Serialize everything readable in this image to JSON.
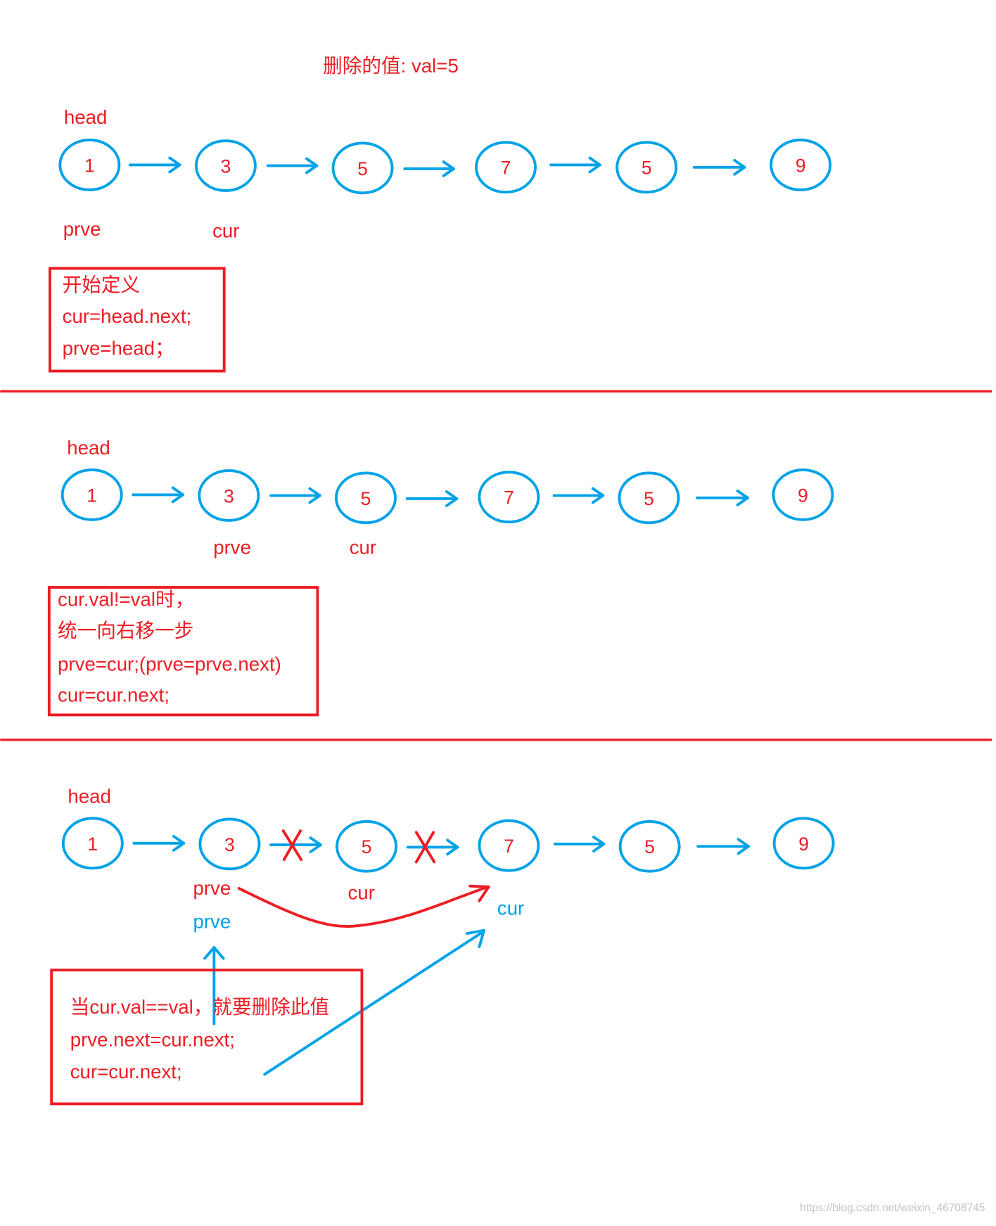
{
  "title": "删除的值: val=5",
  "colors": {
    "red": "#ed1c24",
    "blue": "#00a2e8",
    "watermark": "#c3c3c3"
  },
  "sections": [
    {
      "head_label": "head",
      "nodes": [
        1,
        3,
        5,
        7,
        5,
        9
      ],
      "pointers": {
        "prve": "prve",
        "cur": "cur"
      },
      "box_lines": [
        "开始定义",
        "cur=head.next;",
        "prve=head；"
      ]
    },
    {
      "head_label": "head",
      "nodes": [
        1,
        3,
        5,
        7,
        5,
        9
      ],
      "pointers": {
        "prve": "prve",
        "cur": "cur"
      },
      "box_lines": [
        "cur.val!=val时，",
        "统一向右移一步",
        "prve=cur;(prve=prve.next)",
        "cur=cur.next;"
      ]
    },
    {
      "head_label": "head",
      "nodes": [
        1,
        3,
        5,
        7,
        5,
        9
      ],
      "pointers": {
        "prve_before": "prve",
        "cur_before": "cur",
        "prve_after": "prve",
        "cur_after": "cur"
      },
      "box_lines": [
        "当cur.val==val，就要删除此值",
        "prve.next=cur.next;",
        "cur=cur.next;"
      ]
    }
  ],
  "watermark": "https://blog.csdn.net/weixin_46708745"
}
